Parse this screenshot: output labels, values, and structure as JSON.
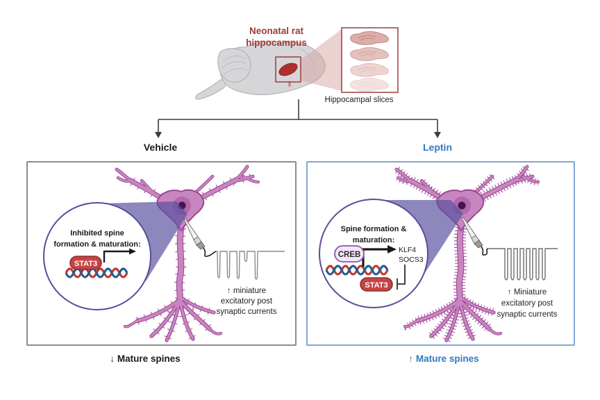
{
  "figure": {
    "title_line1": "Neonatal rat",
    "title_line2": "hippocampus",
    "slices_label": "Hippocampal slices",
    "vehicle_label": "Vehicle",
    "leptin_label": "Leptin"
  },
  "vehicle_panel": {
    "magnifier_title_line1": "Inhibited spine",
    "magnifier_title_line2": "formation & maturation:",
    "stat3_label": "STAT3",
    "trace_caption_line1": "↑ miniature",
    "trace_caption_line2": "excitatory post",
    "trace_caption_line3": "synaptic currents",
    "outcome_label": "↓ Mature spines"
  },
  "leptin_panel": {
    "magnifier_title_line1": "Spine formation &",
    "magnifier_title_line2": "maturation:",
    "creb_label": "CREB",
    "target_gene_1": "KLF4",
    "target_gene_2": "SOCS3",
    "stat3_label": "STAT3",
    "trace_caption_line1": "↑ Miniature",
    "trace_caption_line2": "excitatory post",
    "trace_caption_line3": "synaptic currents",
    "outcome_label": "↑ Mature spines"
  },
  "colors": {
    "leptin_blue": "#2e79c2",
    "panel_border_gray": "#8c8c8c",
    "panel_border_blue": "#7fa7d9",
    "title_red": "#9d3a3a",
    "stat3_red": "#c64444",
    "creb_lavender": "#f2e7f8",
    "neuron_pink": "#c886c0",
    "beam_purple": "#564f9d",
    "dna_red": "#c1392e",
    "dna_blue": "#205f94"
  }
}
